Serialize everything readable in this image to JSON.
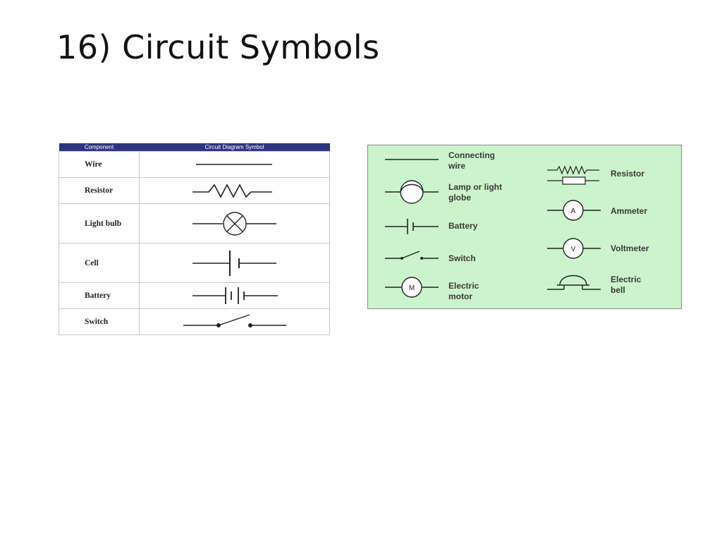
{
  "title": "16) Circuit Symbols",
  "table": {
    "headers": [
      "Component",
      "Circuit Diagram Symbol"
    ],
    "rows": [
      {
        "label": "Wire",
        "icon": "wire-symbol-icon"
      },
      {
        "label": "Resistor",
        "icon": "resistor-symbol-icon"
      },
      {
        "label": "Light bulb",
        "icon": "light-bulb-symbol-icon"
      },
      {
        "label": "Cell",
        "icon": "cell-symbol-icon"
      },
      {
        "label": "Battery",
        "icon": "battery-symbol-icon"
      },
      {
        "label": "Switch",
        "icon": "switch-symbol-icon"
      }
    ]
  },
  "panel": {
    "left": [
      {
        "label": "Connecting\nwire",
        "icon": "connecting-wire-icon"
      },
      {
        "label": "Lamp or light\nglobe",
        "icon": "lamp-icon"
      },
      {
        "label": "Battery",
        "icon": "battery-icon"
      },
      {
        "label": "Switch",
        "icon": "switch-icon"
      },
      {
        "label": "Electric\nmotor",
        "icon": "motor-icon",
        "symbol_letter": "M"
      }
    ],
    "right": [
      {
        "label": "Resistor",
        "icon": "resistor-icon"
      },
      {
        "label": "Ammeter",
        "icon": "ammeter-icon",
        "symbol_letter": "A"
      },
      {
        "label": "Voltmeter",
        "icon": "voltmeter-icon",
        "symbol_letter": "V"
      },
      {
        "label": "Electric\nbell",
        "icon": "electric-bell-icon"
      }
    ]
  },
  "colors": {
    "header_bg": "#2e3580",
    "panel_bg": "#ccf4cc",
    "symbol_stroke": "#222222"
  }
}
